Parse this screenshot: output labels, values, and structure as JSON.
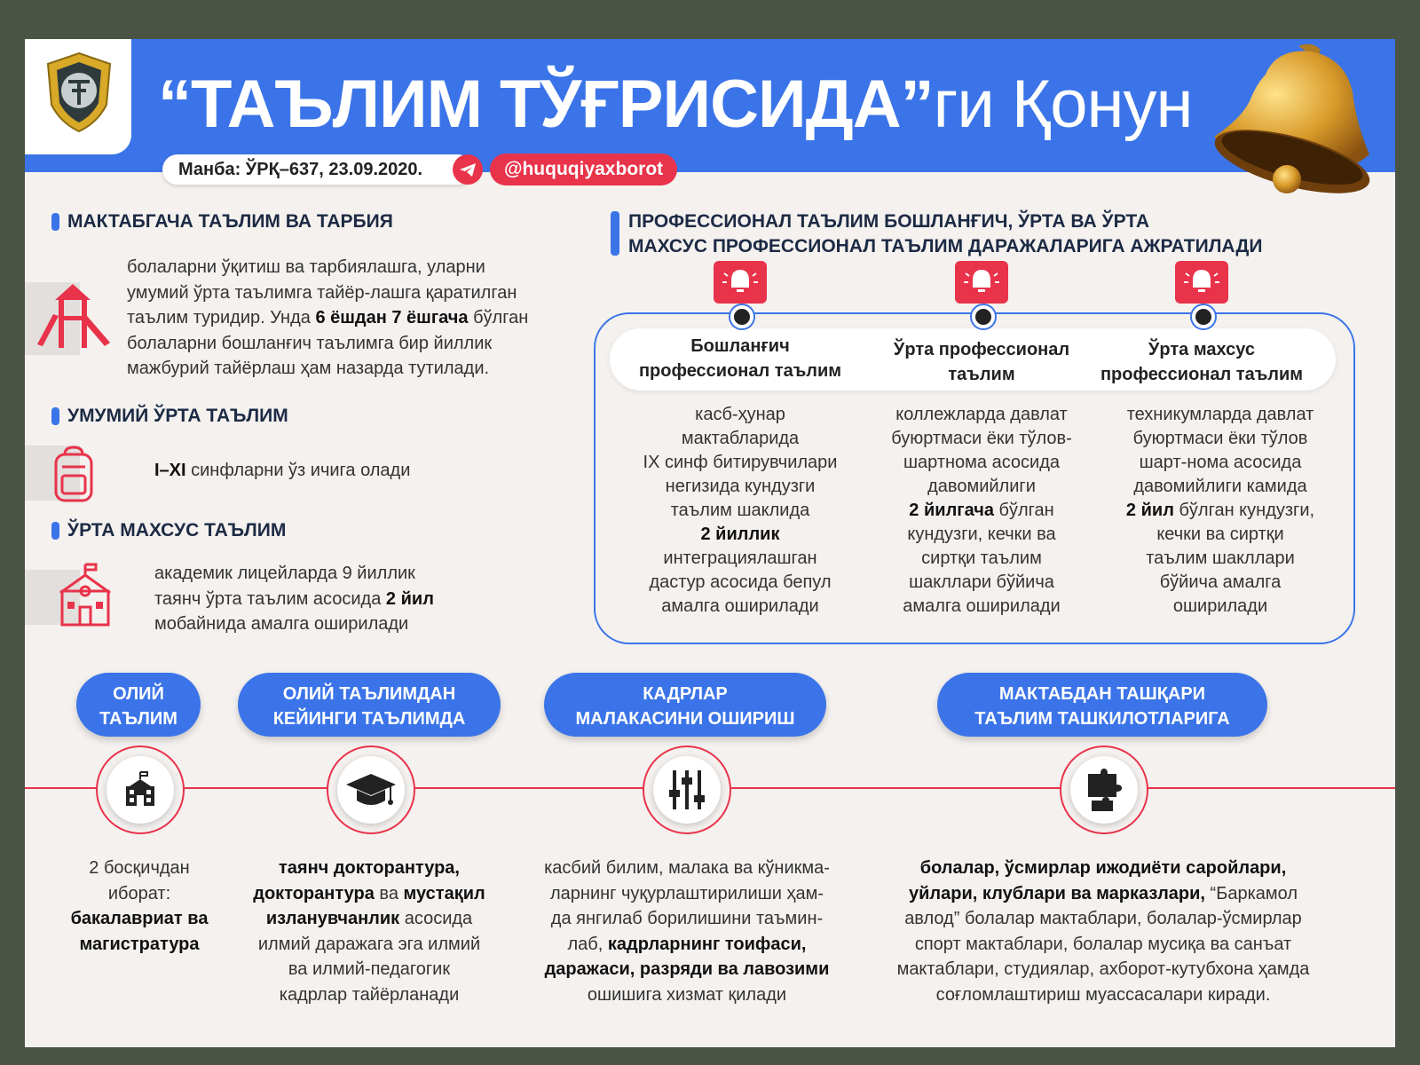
{
  "header": {
    "title_bold": "“ТАЪЛИМ ТЎҒРИСИДА”",
    "title_rest": "ги Қонун",
    "source": "Манба: ЎРҚ–637, 23.09.2020.",
    "handle": "@huquqiyaxborot"
  },
  "left": {
    "preschool": {
      "title": "МАКТАБГАЧА ТАЪЛИМ ВА ТАРБИЯ",
      "lines": [
        "болаларни ўқитиш ва тарбиялашга, уларни",
        "умумий ўрта таълимга тайёр-лашга қаратилган",
        "таълим туридир. Унда ",
        "6 ёшдан 7 ёшгача",
        " бўлган",
        "болаларни бошланғич таълимга бир йиллик",
        "мажбурий тайёрлаш ҳам назарда тутилади."
      ]
    },
    "general": {
      "title": "УМУМИЙ ЎРТА ТАЪЛИМ",
      "bold": "I–XI",
      "text": " синфларни ўз ичига олади"
    },
    "secondary": {
      "title": "ЎРТА МАХСУС ТАЪЛИМ",
      "line1": "академик лицейларда 9 йиллик",
      "line2a": "таянч ўрта таълим асосида ",
      "line2b": "2 йил",
      "line3": "мобайнида амалга оширилади"
    }
  },
  "right": {
    "title_line1": "ПРОФЕССИОНАЛ ТАЪЛИМ БОШЛАНҒИЧ, ЎРТА ВА ЎРТА",
    "title_line2": "МАХСУС ПРОФЕССИОНАЛ ТАЪЛИМ ДАРАЖАЛАРИГА АЖРАТИЛАДИ",
    "columns": [
      {
        "head1": "Бошланғич",
        "head2": "профессионал таълим",
        "l1": "касб-ҳунар",
        "l2": "мактабларида",
        "l3": "IX синф битирувчилари",
        "l4": "негизида кундузги",
        "l5": "таълим шаклида",
        "b6": "2 йиллик",
        "l7": "интеграциялашган",
        "l8": "дастур асосида бепул",
        "l9": "амалга оширилади"
      },
      {
        "head1": "Ўрта профессионал",
        "head2": "таълим",
        "l1": "коллежларда давлат",
        "l2": "буюртмаси ёки тўлов-",
        "l3": "шартнома асосида",
        "l4": "давомийлиги",
        "b5": "2 йилгача",
        "l5": " бўлган",
        "l6": "кундузги, кечки ва",
        "l7": "сиртқи таълим",
        "l8": "шакллари бўйича",
        "l9": "амалга оширилади"
      },
      {
        "head1": "Ўрта махсус",
        "head2": "профессионал таълим",
        "l1": "техникумларда давлат",
        "l2": "буюртмаси ёки тўлов",
        "l3": "шарт-нома асосида",
        "l4": "давомийлиги камида",
        "b5": "2 йил",
        "l5": " бўлган кундузги,",
        "l6": "кечки ва сиртқи",
        "l7": "таълим шакллари",
        "l8": "бўйича амалга",
        "l9": "оширилади"
      }
    ]
  },
  "bottom": {
    "higher": {
      "pill1": "ОЛИЙ",
      "pill2": "ТАЪЛИМ",
      "t1": "2 босқичдан",
      "t2": "иборат:",
      "b3": "бакалавриат ва",
      "b4": "магистратура"
    },
    "postgrad": {
      "pill1": "ОЛИЙ ТАЪЛИМДАН",
      "pill2": "КЕЙИНГИ ТАЪЛИМДА",
      "b1": "таянч докторантура,",
      "b2a": "докторантура",
      "t2b": " ва ",
      "b2c": "мустақил",
      "b3": "изланувчанлик",
      "t3": " асосида",
      "t4": "илмий даражага эга илмий",
      "t5": "ва илмий-педагогик",
      "t6": "кадрлар тайёрланади"
    },
    "training": {
      "pill1": "КАДРЛАР",
      "pill2": "МАЛАКАСИНИ ОШИРИШ",
      "t1": "касбий билим, малака ва кўникма-",
      "t2": "ларнинг чуқурлаштирилиши ҳам-",
      "t3": "да янгилаб борилишини таъмин-",
      "t4a": "лаб, ",
      "b4": "кадрларнинг тоифаси,",
      "b5": "даражаси, разряди ва лавозими",
      "t6": "ошишига хизмат қилади"
    },
    "extracurricular": {
      "pill1": "МАКТАБДАН ТАШҚАРИ",
      "pill2": "ТАЪЛИМ ТАШКИЛОТЛАРИГА",
      "b1": "болалар, ўсмирлар ижодиёти саройлари,",
      "b2": "уйлари, клублари ва марказлари,",
      "t2": " “Баркамол",
      "t3": "авлод” болалар мактаблари, болалар-ўсмирлар",
      "t4": "спорт мактаблари, болалар мусиқа ва санъат",
      "t5": "мактаблари, студиялар, ахборот-кутубхона ҳамда",
      "t6": "соғломлаштириш муассасалари киради."
    }
  },
  "colors": {
    "accent": "#3b74e8",
    "red": "#e8334a",
    "background": "#f4f1ef"
  },
  "icons": [
    "emblem-icon",
    "telegram-icon",
    "bell-icon",
    "playground-icon",
    "backpack-icon",
    "school-icon",
    "university-icon",
    "graduation-cap-icon",
    "sliders-icon",
    "puzzle-icon"
  ]
}
